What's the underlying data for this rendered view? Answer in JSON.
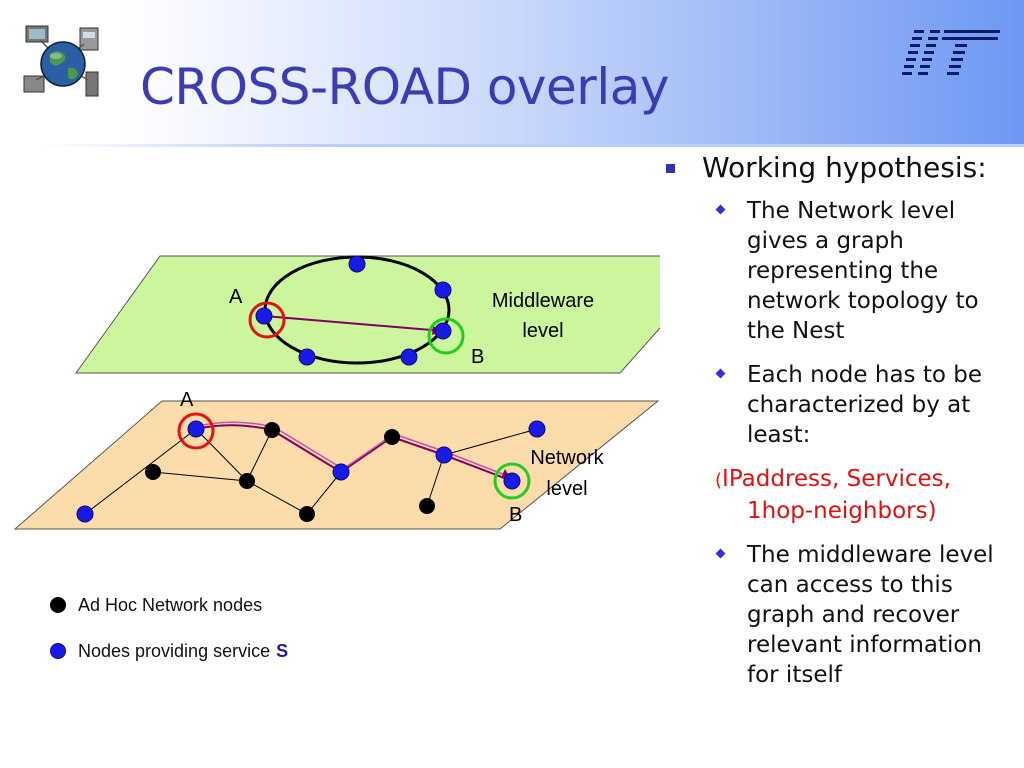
{
  "title": "CROSS-ROAD overlay",
  "logo": {
    "name": "iit-logo"
  },
  "diagram": {
    "middleware_plane": {
      "label_line1": "Middleware",
      "label_line2": "level",
      "node_a_label": "A",
      "node_b_label": "B"
    },
    "network_plane": {
      "label_line1": "Network",
      "label_line2": "level",
      "node_a_label": "A",
      "node_b_label": "B"
    }
  },
  "legend": {
    "ad_hoc_label": "Ad Hoc Network nodes",
    "service_label": "Nodes providing service",
    "service_symbol": "S"
  },
  "bullets": {
    "heading": "Working hypothesis:",
    "item1": "The Network level gives a graph representing the network topology to the Nest",
    "item2": "Each node has to be characterized by at least:",
    "red_open": "(",
    "red_text": "IPaddress, Services, 1hop-neighbors)",
    "item3": "The middleware level can access to this graph and recover relevant information for itself"
  },
  "colors": {
    "title": "#3b3bb4",
    "middleware_plane": "#ccf59e",
    "network_plane": "#fcdcab",
    "service_node": "#1a1ae6",
    "path": "#800060",
    "highlight_a": "#e01414",
    "highlight_b": "#22cc22",
    "red_text": "#e01010"
  }
}
